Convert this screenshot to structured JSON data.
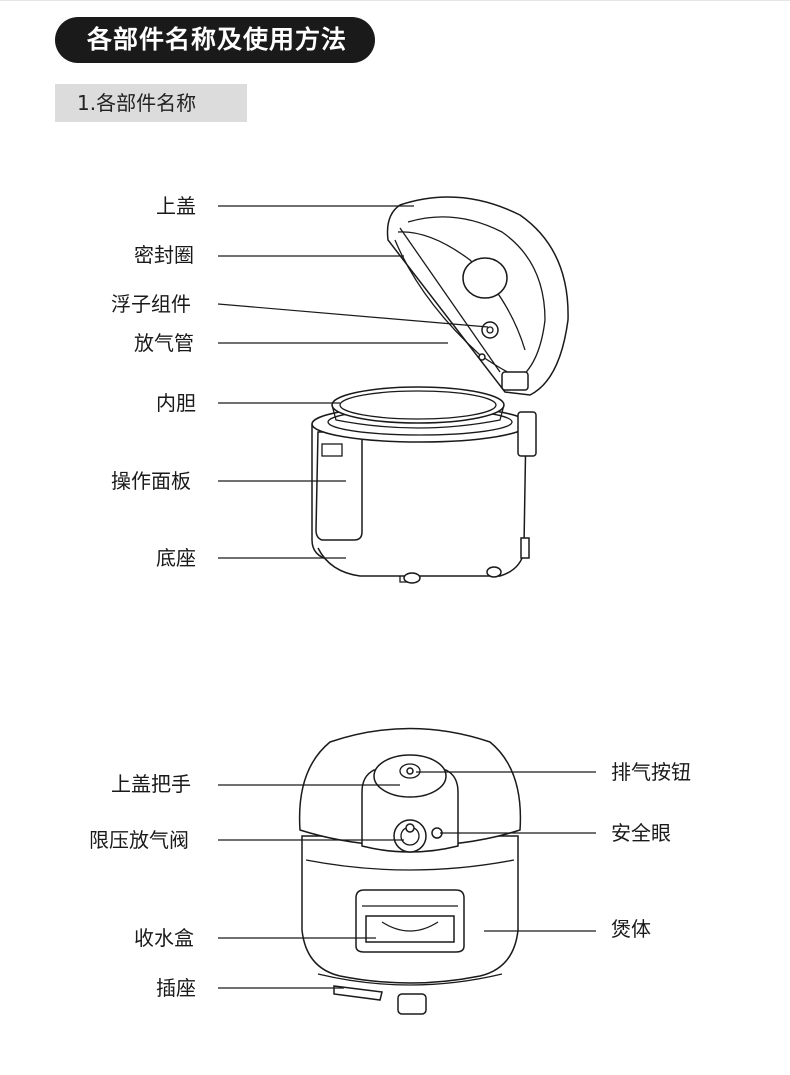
{
  "section_title": "各部件名称及使用方法",
  "sub_title": "1.各部件名称",
  "diagram1": {
    "labels": {
      "lid": "上盖",
      "seal_ring": "密封圈",
      "float_assembly": "浮子组件",
      "vent_pipe": "放气管",
      "inner_pot": "内胆",
      "control_panel": "操作面板",
      "base": "底座"
    }
  },
  "diagram2": {
    "labels": {
      "lid_handle": "上盖把手",
      "pressure_valve": "限压放气阀",
      "water_box": "收水盒",
      "socket": "插座",
      "release_button": "排气按钮",
      "safety_eye": "安全眼",
      "body": "煲体"
    }
  }
}
